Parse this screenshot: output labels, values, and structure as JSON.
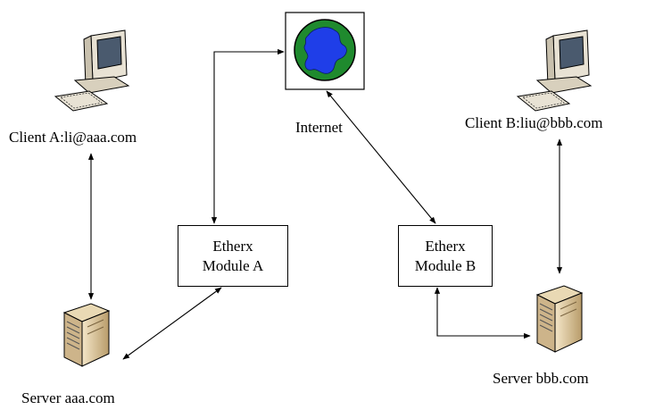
{
  "nodes": {
    "client_a": {
      "label": "Client A:li@aaa.com",
      "icon": "desktop-computer-icon"
    },
    "client_b": {
      "label": "Client B:liu@bbb.com",
      "icon": "desktop-computer-icon"
    },
    "internet": {
      "label": "Internet",
      "icon": "globe-icon"
    },
    "module_a": {
      "line1": "Etherx",
      "line2": "Module A"
    },
    "module_b": {
      "line1": "Etherx",
      "line2": "Module B"
    },
    "server_a": {
      "label": "Server aaa.com",
      "icon": "tower-server-icon"
    },
    "server_b": {
      "label": "Server bbb.com",
      "icon": "tower-server-icon"
    }
  },
  "colors": {
    "globe_ocean": "#1f3ee8",
    "globe_land": "#1f8a2e",
    "computer_body": "#e8e2d4",
    "server_body": "#e3d2b0"
  }
}
